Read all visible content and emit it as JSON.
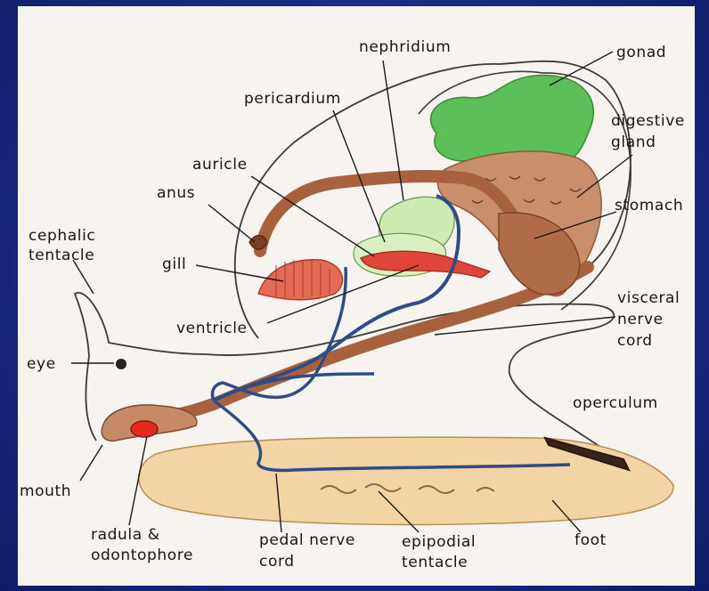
{
  "labels": {
    "nephridium": "nephridium",
    "gonad": "gonad",
    "pericardium": "pericardium",
    "digestive_gland_1": "digestive",
    "digestive_gland_2": "gland",
    "auricle": "auricle",
    "anus": "anus",
    "stomach": "stomach",
    "cephalic_tentacle_1": "cephalic",
    "cephalic_tentacle_2": "tentacle",
    "gill": "gill",
    "visceral_nerve_cord_1": "visceral",
    "visceral_nerve_cord_2": "nerve",
    "visceral_nerve_cord_3": "cord",
    "ventricle": "ventricle",
    "eye": "eye",
    "operculum": "operculum",
    "mouth": "mouth",
    "radula_odontophore_1": "radula &",
    "radula_odontophore_2": "odontophore",
    "pedal_nerve_cord_1": "pedal nerve",
    "pedal_nerve_cord_2": "cord",
    "epipodial_tentacle_1": "epipodial",
    "epipodial_tentacle_2": "tentacle",
    "foot": "foot"
  },
  "colors": {
    "background": "#1a2b86",
    "panel": "#f7f4ef",
    "gonad": "#5cbf5a",
    "digestive_gland": "#c98f6c",
    "gut": "#a8613f",
    "nephridium": "#cfe9b2",
    "heart": "#e0453c",
    "nerve": "#2f4c86",
    "foot": "#f3d4a4",
    "operculum": "#3a2418"
  }
}
